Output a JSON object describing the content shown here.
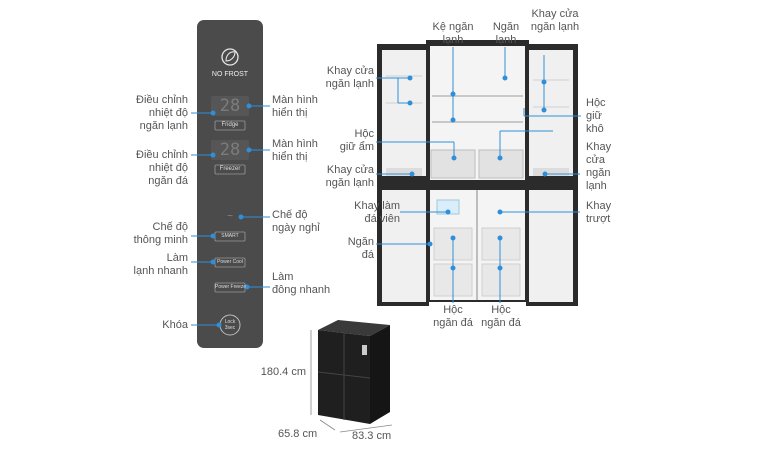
{
  "panel": {
    "brand": "NO FROST",
    "fridge_display": "28",
    "fridge_button": "Fridge",
    "freezer_display": "28",
    "freezer_button": "Freezer",
    "vacation_glyph": "~",
    "smart_button": "SMART",
    "power_cool_button": "Power Cool",
    "power_freeze_button": "Power Freeze",
    "lock_button": "Lock\n3sec"
  },
  "left_labels": {
    "fridge_adjust": "Điều chỉnh\nnhiệt độ\nngăn lạnh",
    "fridge_display": "Màn hình\nhiển thị",
    "freezer_adjust": "Điều chỉnh\nnhiệt độ\nngăn đá",
    "freezer_display": "Màn hình\nhiển thị",
    "smart_mode": "Chế độ\nthông minh",
    "vacation_mode": "Chế độ\nngày nghỉ",
    "fast_cool": "Làm\nlạnh nhanh",
    "fast_freeze": "Làm\nđông nhanh",
    "lock": "Khóa"
  },
  "fridge_labels": {
    "door_tray_left_top": "Khay cửa\nngăn lạnh",
    "shelf": "Kệ ngăn\nlạnh",
    "fridge_compartment": "Ngăn\nlạnh",
    "door_tray_right_top": "Khay cửa\nngăn lạnh",
    "dry_drawer": "Hộc\ngiữ\nkhô",
    "moist_drawer": "Hộc\ngiữ ẩm",
    "door_tray_left_bottom": "Khay cửa\nngăn lạnh",
    "door_tray_right_bottom": "Khay\ncửa\nngăn\nlạnh",
    "ice_tray": "Khay làm\nđá viên",
    "sliding_tray": "Khay\ntrượt",
    "freezer_compartment": "Ngăn\nđá",
    "freezer_drawer_left": "Hộc\nngăn đá",
    "freezer_drawer_right": "Hộc\nngăn đá"
  },
  "dimensions": {
    "height": "180.4 cm",
    "depth": "65.8 cm",
    "width": "83.3 cm"
  },
  "colors": {
    "panel": "#4a4a4a",
    "accent": "#2f8fd8",
    "fridge_body": "#2b2b2b",
    "interior": "#f2f2f2"
  }
}
